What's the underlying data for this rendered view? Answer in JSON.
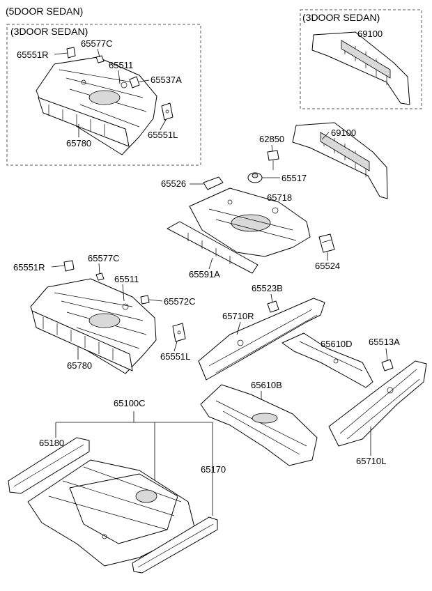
{
  "headers": {
    "outer_5door": "(5DOOR SEDAN)",
    "inner_3door_left": "(3DOOR SEDAN)",
    "inner_3door_right": "(3DOOR SEDAN)"
  },
  "labels": {
    "p65551R_a": "65551R",
    "p65577C_a": "65577C",
    "p65511_a": "65511",
    "p65537A": "65537A",
    "p65551L_a": "65551L",
    "p65780_a": "65780",
    "p69100_a": "69100",
    "p62850": "62850",
    "p69100_b": "69100",
    "p65526": "65526",
    "p65517": "65517",
    "p65718": "65718",
    "p65591A": "65591A",
    "p65524": "65524",
    "p65551R_b": "65551R",
    "p65577C_b": "65577C",
    "p65511_b": "65511",
    "p65572C": "65572C",
    "p65523B": "65523B",
    "p65710R": "65710R",
    "p65780_b": "65780",
    "p65551L_b": "65551L",
    "p65610D": "65610D",
    "p65513A": "65513A",
    "p65610B": "65610B",
    "p65100C": "65100C",
    "p65180": "65180",
    "p65170": "65170",
    "p65710L": "65710L"
  }
}
